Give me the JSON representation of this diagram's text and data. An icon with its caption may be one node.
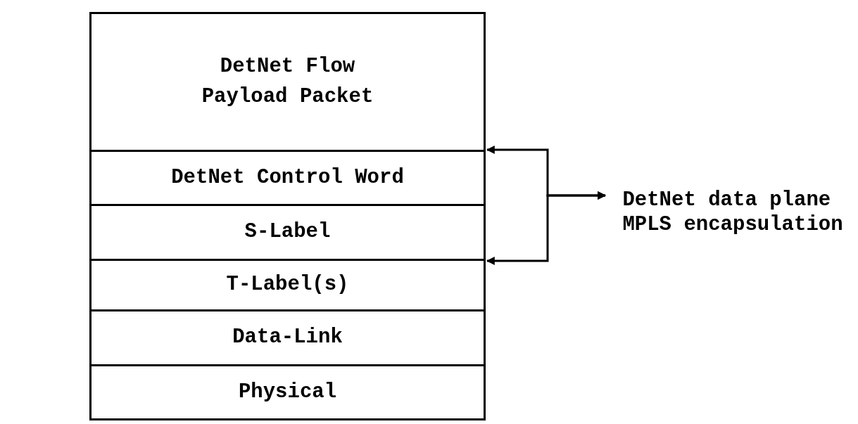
{
  "diagram": {
    "nodes": [
      {
        "text": [
          "DetNet Flow Payload Packet"
        ]
      },
      {
        "text": [
          "DetNet Control Word"
        ]
      },
      {
        "text": [
          "S-Label"
        ]
      },
      {
        "text": [
          "T-Label(s)"
        ]
      },
      {
        "text": [
          "Data-Link"
        ]
      },
      {
        "text": [
          "Physical"
        ]
      },
      {
        "text": [
          "DetNet data plane MPLS encapsulation"
        ]
      }
    ],
    "edges": [
      {
        "from": 1,
        "to": 6,
        "arrow": "both"
      },
      {
        "from": 2,
        "to": 6,
        "arrow": "both"
      }
    ]
  }
}
